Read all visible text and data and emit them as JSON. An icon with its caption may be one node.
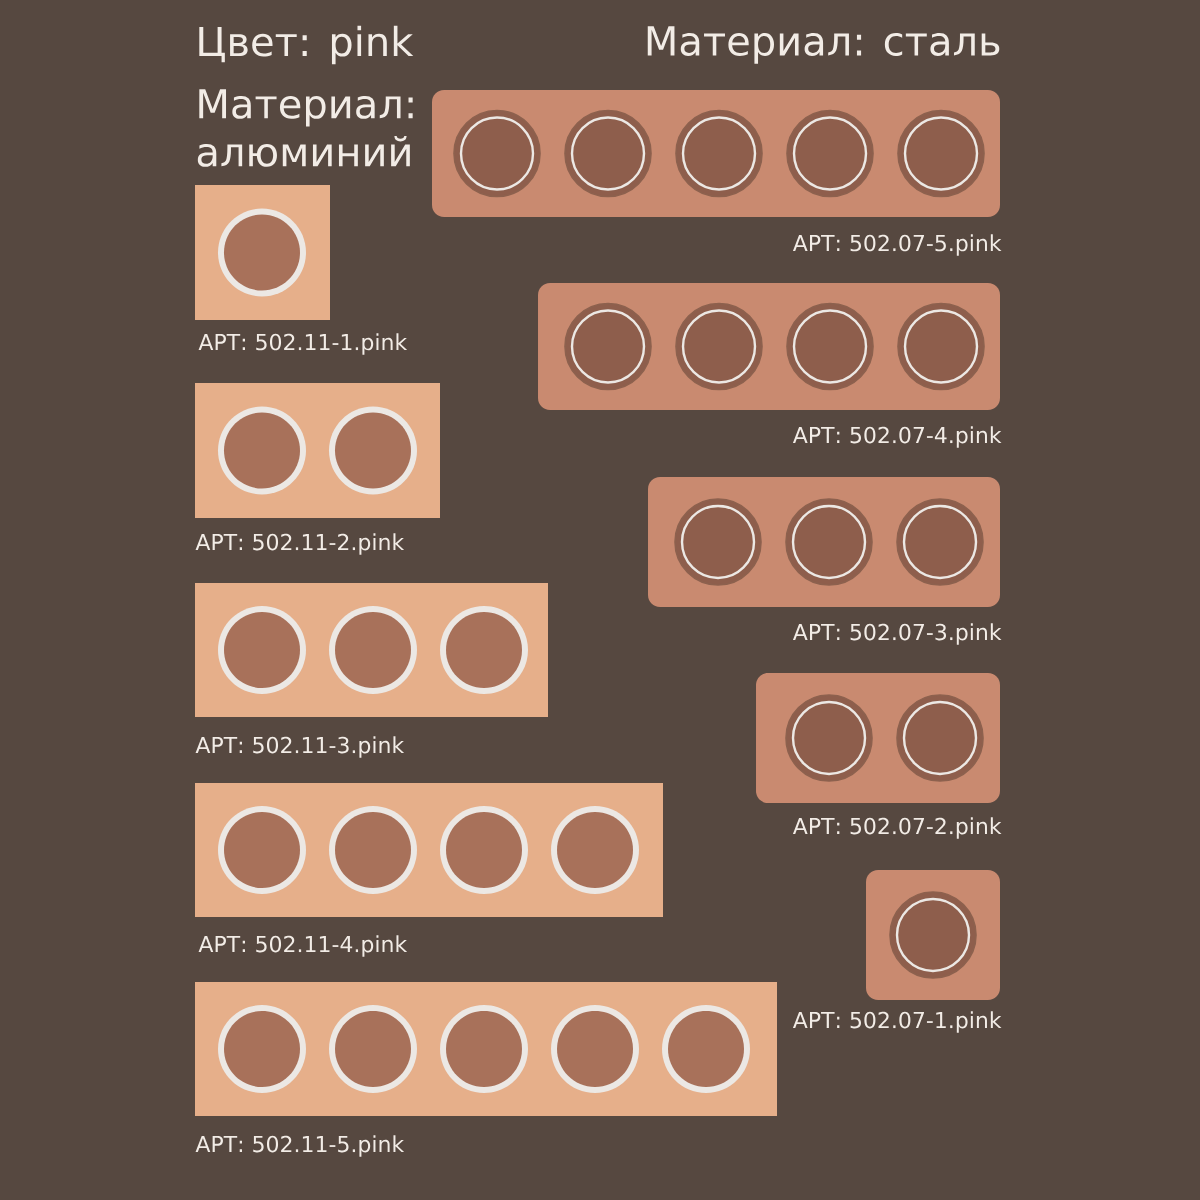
{
  "diagram": {
    "labels": [
      "Цвет: pink",
      "Материал: сталь",
      "Материал: алюминий",
      "АРТ: 502.07-5.pink",
      "АРТ: 502.11-1.pink",
      "АРТ: 502.07-4.pink",
      "АРТ: 502.11-2.pink",
      "АРТ: 502.07-3.pink",
      "АРТ: 502.11-3.pink",
      "АРТ: 502.07-2.pink",
      "АРТ: 502.11-4.pink",
      "АРТ: 502.07-1.pink",
      "АРТ: 502.11-5.pink"
    ]
  }
}
